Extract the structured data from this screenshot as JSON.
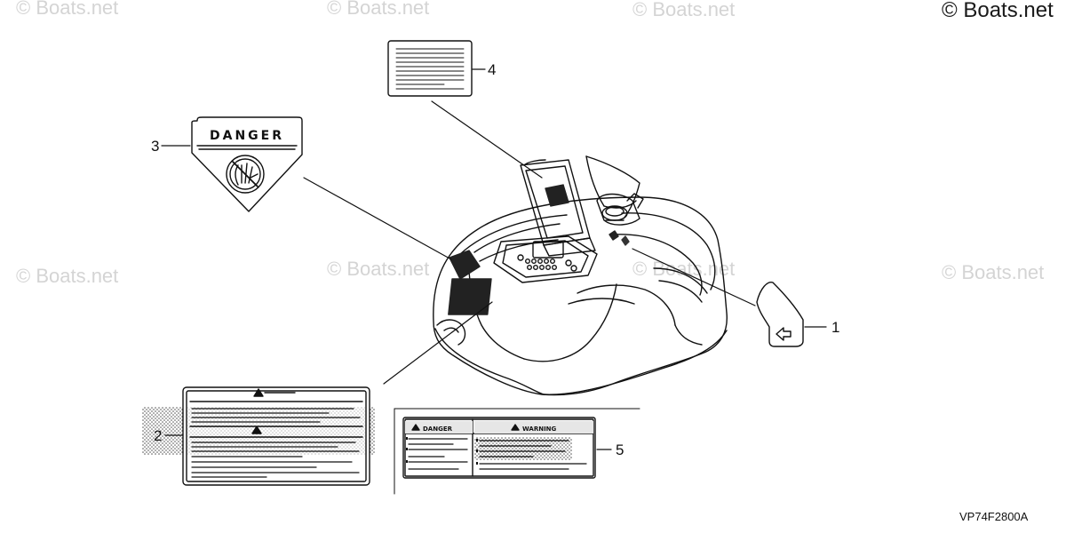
{
  "watermarks": {
    "top_left": "© Boats.net",
    "top_center_left": "© Boats.net",
    "top_center_right": "© Boats.net",
    "top_right": "© Boats.net",
    "mid_left": "© Boats.net",
    "mid_center_left": "© Boats.net",
    "mid_center_right": "© Boats.net",
    "mid_right": "© Boats.net"
  },
  "callouts": {
    "c1": "1",
    "c2": "2",
    "c3": "3",
    "c4": "4",
    "c5": "5"
  },
  "labels": {
    "danger_plate": "DANGER",
    "label5_danger": "DANGER",
    "label5_warning": "WARNING"
  },
  "diagram_code": "VP74F2800A",
  "icons": [
    "hand-crush-icon",
    "warning-triangle-icon",
    "arrow-icon"
  ]
}
